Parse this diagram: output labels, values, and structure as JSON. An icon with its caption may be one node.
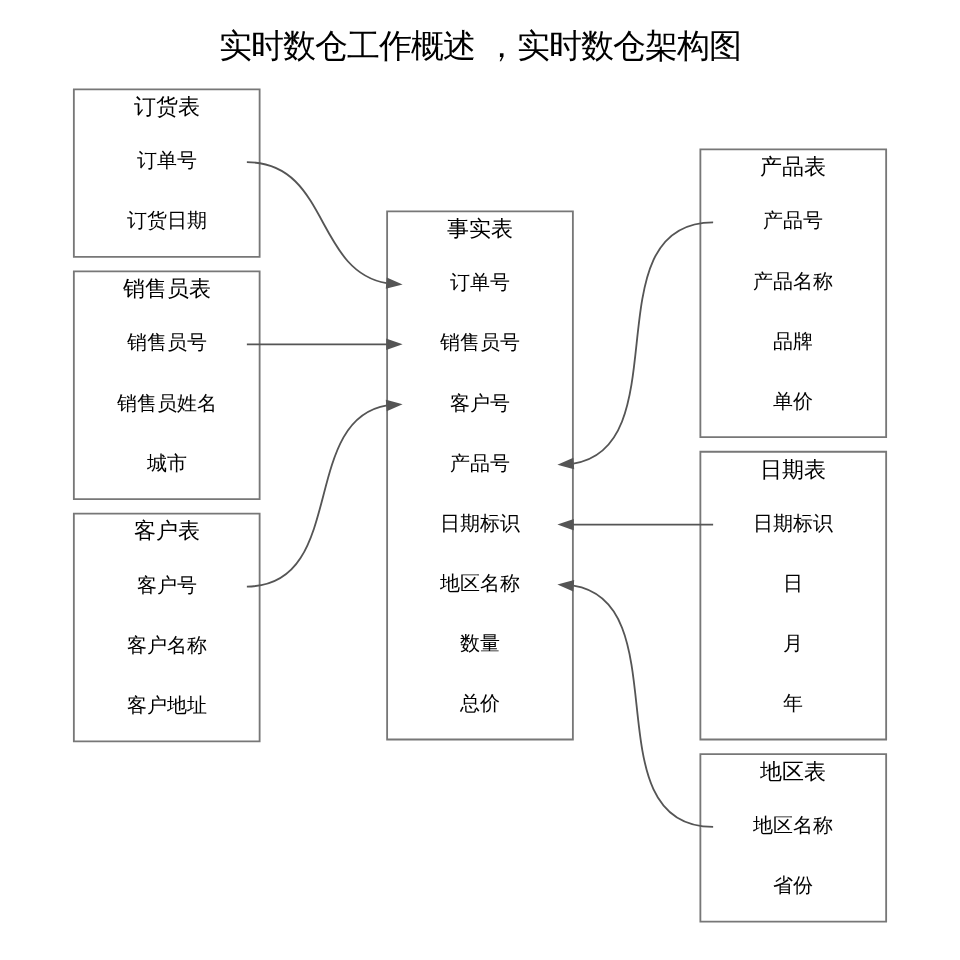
{
  "diagram": {
    "title": "实时数仓工作概述 ，实时数仓架构图",
    "nodes": [
      {
        "text": [
          "订货表"
        ]
      },
      {
        "text": [
          "订单号"
        ],
        "in": 0
      },
      {
        "text": [
          "订货日期"
        ],
        "in": 0
      },
      {
        "text": [
          "销售员表"
        ]
      },
      {
        "text": [
          "销售员号"
        ],
        "in": 3
      },
      {
        "text": [
          "销售员姓名"
        ],
        "in": 3
      },
      {
        "text": [
          "城市"
        ],
        "in": 3
      },
      {
        "text": [
          "客户表"
        ]
      },
      {
        "text": [
          "客户号"
        ],
        "in": 7
      },
      {
        "text": [
          "客户名称"
        ],
        "in": 7
      },
      {
        "text": [
          "客户地址"
        ],
        "in": 7
      },
      {
        "text": [
          "事实表"
        ]
      },
      {
        "text": [
          "订单号"
        ],
        "in": 11
      },
      {
        "text": [
          "销售员号"
        ],
        "in": 11
      },
      {
        "text": [
          "客户号"
        ],
        "in": 11
      },
      {
        "text": [
          "产品号"
        ],
        "in": 11
      },
      {
        "text": [
          "日期标识"
        ],
        "in": 11
      },
      {
        "text": [
          "地区名称"
        ],
        "in": 11
      },
      {
        "text": [
          "数量"
        ],
        "in": 11
      },
      {
        "text": [
          "总价"
        ],
        "in": 11
      },
      {
        "text": [
          "产品表"
        ]
      },
      {
        "text": [
          "产品号"
        ],
        "in": 20
      },
      {
        "text": [
          "产品名称"
        ],
        "in": 20
      },
      {
        "text": [
          "品牌"
        ],
        "in": 20
      },
      {
        "text": [
          "单价"
        ],
        "in": 20
      },
      {
        "text": [
          "日期表"
        ]
      },
      {
        "text": [
          "日期标识"
        ],
        "in": 25
      },
      {
        "text": [
          "日"
        ],
        "in": 25
      },
      {
        "text": [
          "月"
        ],
        "in": 25
      },
      {
        "text": [
          "年"
        ],
        "in": 25
      },
      {
        "text": [
          "地区表"
        ]
      },
      {
        "text": [
          "地区名称"
        ],
        "in": 30
      },
      {
        "text": [
          "省份"
        ],
        "in": 30
      }
    ],
    "edges": [
      {
        "from": 1,
        "to": 12,
        "arrow": "to"
      },
      {
        "from": 4,
        "to": 13,
        "arrow": "to"
      },
      {
        "from": 8,
        "to": 14,
        "arrow": "to"
      },
      {
        "from": 21,
        "to": 15,
        "arrow": "to"
      },
      {
        "from": 26,
        "to": 16,
        "arrow": "to"
      },
      {
        "from": 31,
        "to": 17,
        "arrow": "to"
      }
    ]
  }
}
